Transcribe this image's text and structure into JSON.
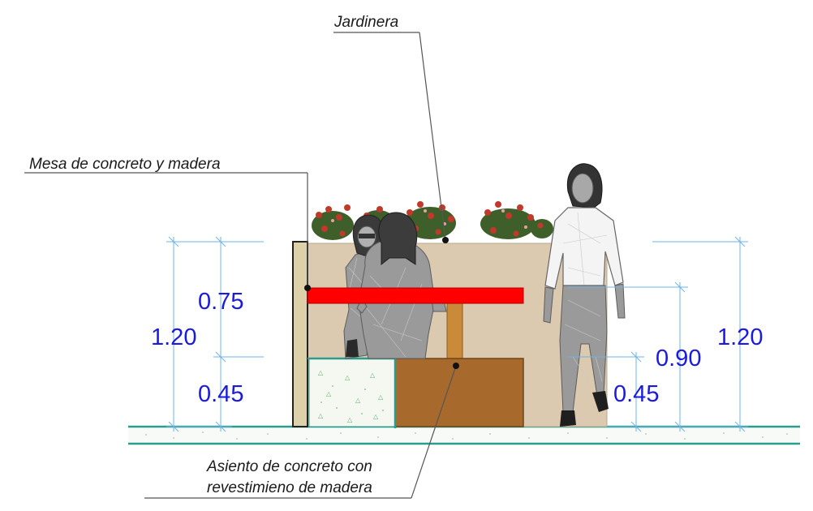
{
  "labels": {
    "planter": "Jardinera",
    "table": "Mesa de concreto y madera",
    "seat_line1": "Asiento de concreto con",
    "seat_line2": "revestimieno de madera"
  },
  "dimensions": {
    "left_total": "1.20",
    "left_upper": "0.75",
    "left_lower": "0.45",
    "right_total": "1.20",
    "right_mid": "0.90",
    "right_lower": "0.45"
  },
  "colors": {
    "table_top": "#ff0000",
    "wood": "#a86a2c",
    "wood_leg": "#c98a3a",
    "planter": "#dccab0",
    "post": "#ddd1a9",
    "ground_line": "#2a9d8f",
    "dimension_text": "#1a1adf",
    "dimension_line": "#6fb3e8",
    "flowers": "#c0392b"
  }
}
